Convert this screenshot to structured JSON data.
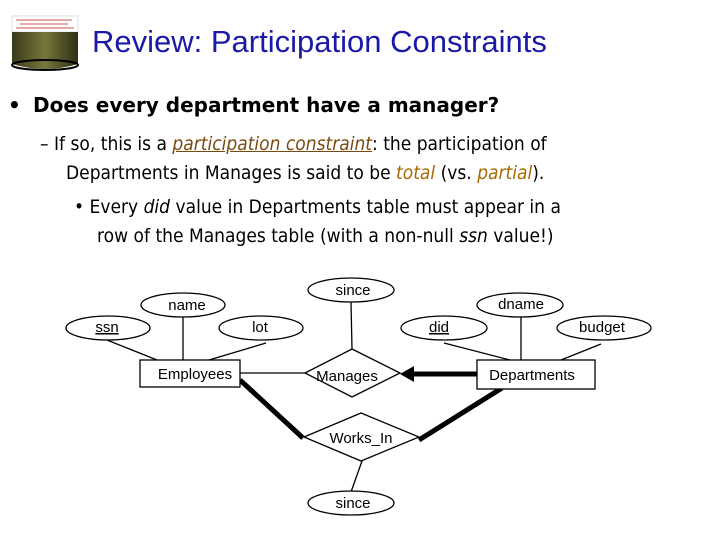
{
  "slide": {
    "title": "Review: Participation Constraints",
    "logo_icon": "database-cylinder-logo",
    "bullet1": "Does every department have a manager?",
    "sub1": {
      "dash": "–",
      "pre": "If so, this is a ",
      "term": "participation constraint",
      "post": ":  the participation of",
      "line2_pre": "Departments in Manages is said to be ",
      "total": "total",
      "mid": " (vs. ",
      "partial": "partial",
      "end": ")."
    },
    "sub2": {
      "bullet": "•",
      "pre": "Every ",
      "did": "did",
      "post": " value in Departments table must appear in a",
      "line2_pre": "row of the Manages table (with a non-null ",
      "ssn": "ssn",
      "line2_post": " value!)"
    },
    "colors": {
      "title": "#1a1aa6",
      "term": "#7a4a10",
      "emphasis": "#a66a00"
    }
  },
  "diagram": {
    "entities": {
      "employees": "Employees",
      "departments": "Departments"
    },
    "relationships": {
      "manages": "Manages",
      "works_in": "Works_In"
    },
    "attributes": {
      "ssn": "ssn",
      "name": "name",
      "lot": "lot",
      "did": "did",
      "dname": "dname",
      "budget": "budget",
      "manages_since": "since",
      "works_in_since": "since"
    }
  }
}
